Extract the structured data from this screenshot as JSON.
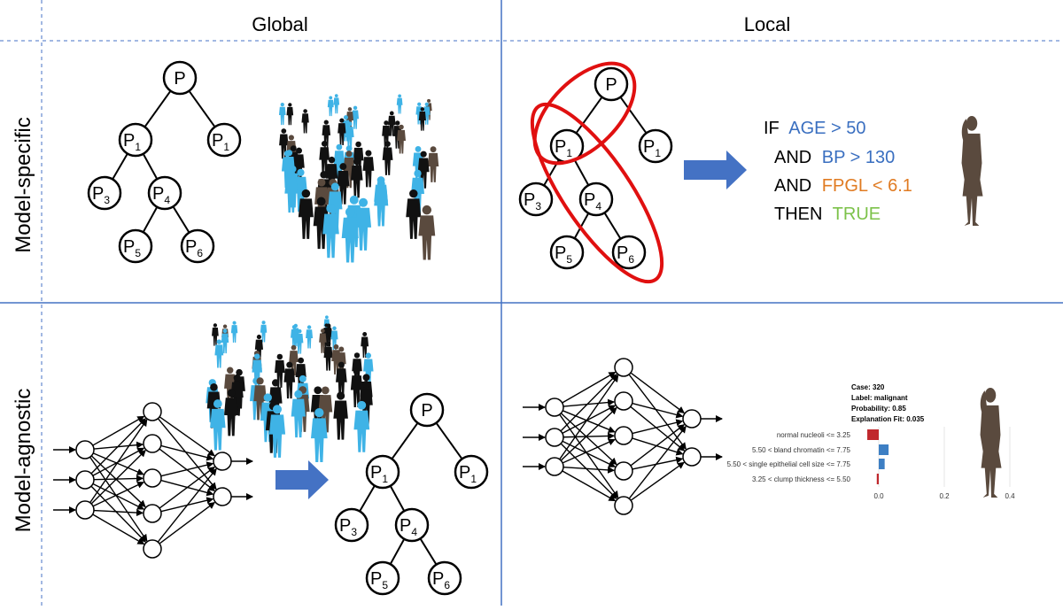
{
  "headers": {
    "global": "Global",
    "local": "Local"
  },
  "rows": {
    "specific": "Model-specific",
    "agnostic": "Model-agnostic"
  },
  "tree": {
    "root": "P",
    "node_letter": "P",
    "left": "1",
    "right": "1",
    "ll": "3",
    "lr": "4",
    "lrl": "5",
    "lrr": "6"
  },
  "rule": {
    "if": "IF",
    "age": "AGE > 50",
    "and1": "AND",
    "bp": "BP > 130",
    "and2": "AND",
    "fpgl": "FPGL < 6.1",
    "then": "THEN",
    "true": "TRUE"
  },
  "lime": {
    "case": "Case: 320",
    "label": "Label: malignant",
    "probability": "Probability: 0.85",
    "fit": "Explanation Fit: 0.035",
    "features": [
      {
        "label": "normal nucleoli <= 3.25",
        "value": -0.035
      },
      {
        "label": "5.50 < bland chromatin <= 7.75",
        "value": 0.03
      },
      {
        "label": "5.50 < single epithelial cell size <= 7.75",
        "value": 0.018
      },
      {
        "label": "3.25 < clump thickness <= 5.50",
        "value": -0.006
      }
    ],
    "ticks": [
      "0.0",
      "0.2",
      "0.4"
    ],
    "tick_values": [
      0.0,
      0.2,
      0.4
    ]
  },
  "colors": {
    "blue_text": "#3a6fc0",
    "orange_text": "#e07b22",
    "green_text": "#7cc24a",
    "arrow": "#4472c4",
    "grid": "#4472c4",
    "red_loop": "#e01010",
    "crowd_black": "#111111",
    "crowd_blue": "#3fb3e6",
    "crowd_brown": "#5a4a3e",
    "bar_neg": "#c0282d",
    "bar_pos": "#3d7fc4"
  }
}
